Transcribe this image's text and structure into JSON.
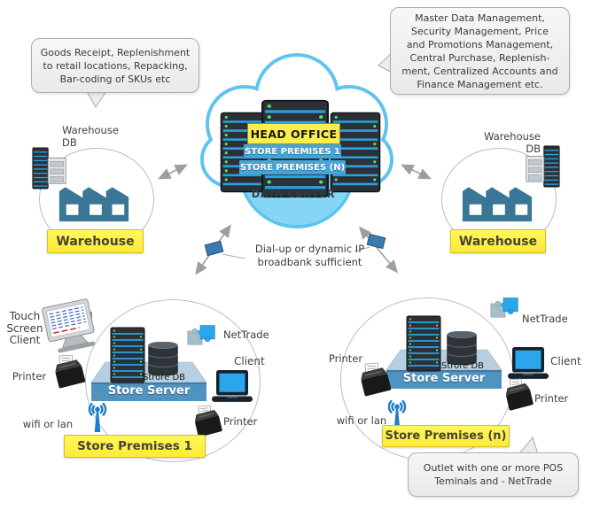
{
  "notes": {
    "goods_receipt": "Goods Receipt, Replenishment\nto retail locations, Repacking,\nBar-coding of SKUs etc",
    "head_office": "Master Data Management,\nSecurity Management, Price\nand Promotions Management,\nCentral Purchase, Replenish-\nment, Centralized Accounts and\nFinance Management etc.",
    "outlet": "Outlet with one or more POS\nTeminals and - NetTrade",
    "connection": "Dial-up or dynamic IP\nbroadbank sufficient"
  },
  "data_center": {
    "head_office": "HEAD OFFICE",
    "store_premises_1": "STORE PREMISES 1",
    "store_premises_n": "STORE PREMISES (N)",
    "caption": "DATA CENTER"
  },
  "warehouse_left": {
    "db": "Warehouse\nDB",
    "label": "Warehouse"
  },
  "warehouse_right": {
    "db": "Warehouse\nDB",
    "label": "Warehouse"
  },
  "store_1": {
    "touch_screen": "Touch\nScreen\nClient",
    "printer_left": "Printer",
    "wifi": "wifi or lan",
    "db": "Strore DB",
    "server": "Store Server",
    "nettrade": "NetTrade",
    "client": "Client",
    "printer_right": "Printer",
    "label": "Store Premises 1"
  },
  "store_n": {
    "printer_left": "Printer",
    "wifi": "wifi or lan",
    "db": "Strore DB",
    "server": "Store Server",
    "nettrade": "NetTrade",
    "client": "Client",
    "printer_right": "Printer",
    "label": "Store Premises (n)"
  },
  "colors": {
    "cloud_stroke": "#5fc3ef",
    "cloud_lobe": "#85d6f6",
    "accent_yellow": "#fff23e",
    "premises_bar_blue": "#45a4d9",
    "platform_blue": "#4f93bf",
    "factory_blue": "#3a7695",
    "wifi_blue": "#1f7ecb",
    "modem_blue": "#3a7cb0",
    "arrow_gray": "#9e9e9e"
  }
}
